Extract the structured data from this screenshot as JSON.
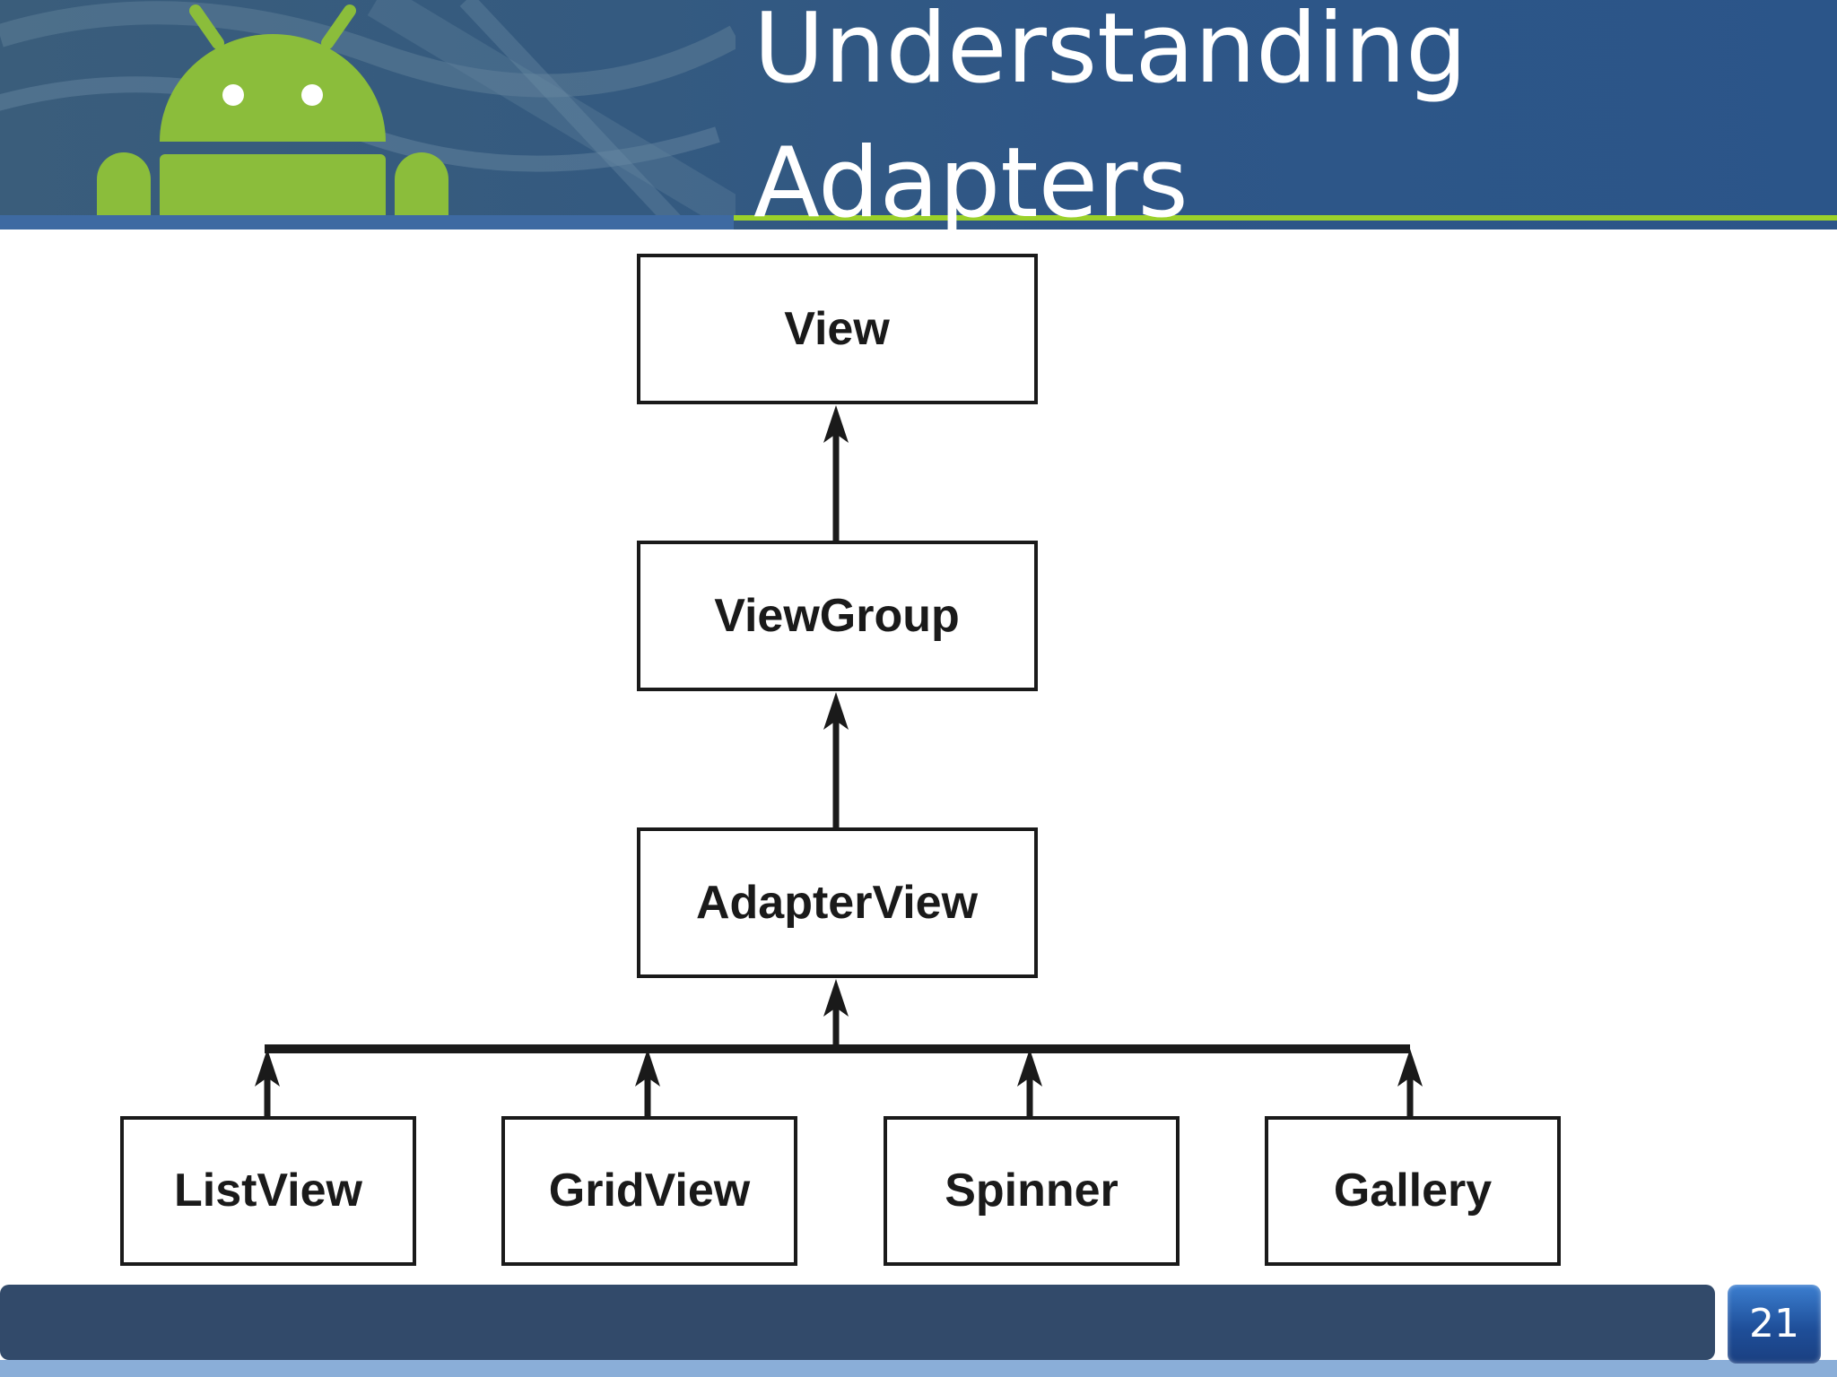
{
  "slide": {
    "title": "Understanding\nAdapters",
    "page_number": "21"
  },
  "logo": {
    "icon": "android-robot-icon",
    "color": "#8bbd3b"
  },
  "colors": {
    "header": "#2e5687",
    "accent_line": "#9bd12a",
    "footer": "#324a6a",
    "badge": "#1f4f9a"
  },
  "diagram": {
    "nodes": [
      {
        "id": "view",
        "label": "View"
      },
      {
        "id": "viewgroup",
        "label": "ViewGroup"
      },
      {
        "id": "adapterview",
        "label": "AdapterView"
      },
      {
        "id": "listview",
        "label": "ListView"
      },
      {
        "id": "gridview",
        "label": "GridView"
      },
      {
        "id": "spinner",
        "label": "Spinner"
      },
      {
        "id": "gallery",
        "label": "Gallery"
      }
    ],
    "edges": [
      {
        "from": "viewgroup",
        "to": "view"
      },
      {
        "from": "adapterview",
        "to": "viewgroup"
      },
      {
        "from": "listview",
        "to": "adapterview"
      },
      {
        "from": "gridview",
        "to": "adapterview"
      },
      {
        "from": "spinner",
        "to": "adapterview"
      },
      {
        "from": "gallery",
        "to": "adapterview"
      }
    ]
  }
}
